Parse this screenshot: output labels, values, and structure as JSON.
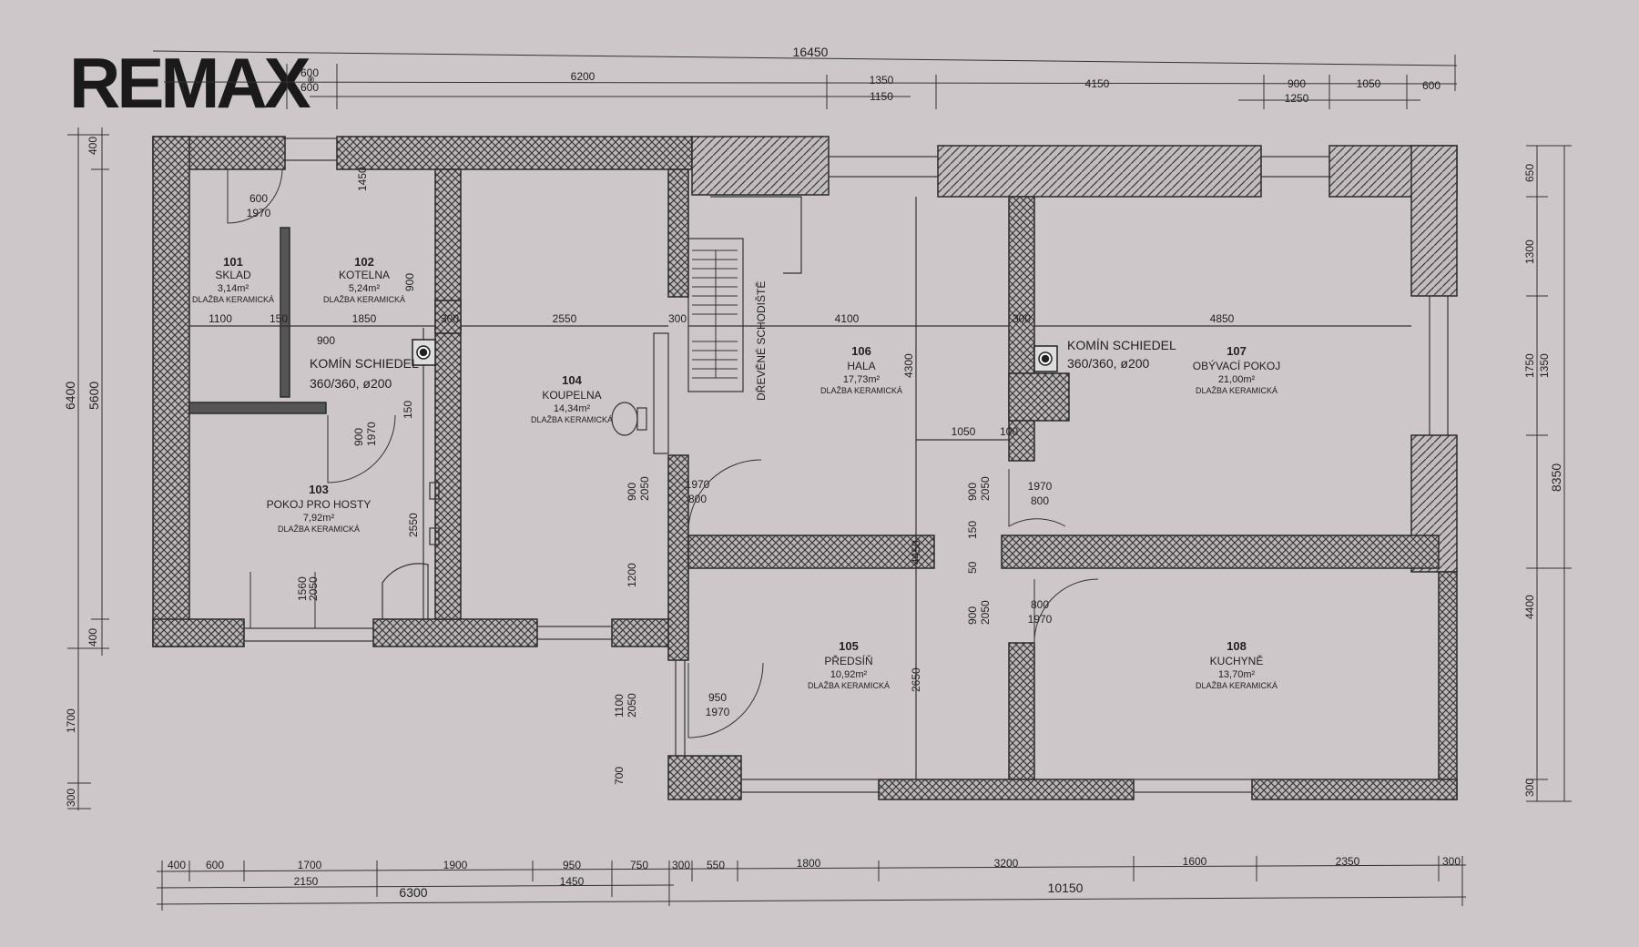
{
  "logo": {
    "text": "REMAX",
    "reg": "®"
  },
  "colors": {
    "background": "#cdc7c9",
    "wall": "#3a3a3a",
    "line": "#333333"
  },
  "rooms": [
    {
      "id": "101",
      "name": "SKLAD",
      "area": "3,14m²",
      "floor": "DLAŽBA KERAMICKÁ"
    },
    {
      "id": "102",
      "name": "KOTELNA",
      "area": "5,24m²",
      "floor": "DLAŽBA KERAMICKÁ"
    },
    {
      "id": "103",
      "name": "POKOJ PRO HOSTY",
      "area": "7,92m²",
      "floor": "DLAŽBA KERAMICKÁ"
    },
    {
      "id": "104",
      "name": "KOUPELNA",
      "area": "14,34m²",
      "floor": "DLAŽBA KERAMICKÁ"
    },
    {
      "id": "105",
      "name": "PŘEDSÍŇ",
      "area": "10,92m²",
      "floor": "DLAŽBA KERAMICKÁ"
    },
    {
      "id": "106",
      "name": "HALA",
      "area": "17,73m²",
      "floor": "DLAŽBA KERAMICKÁ"
    },
    {
      "id": "107",
      "name": "OBÝVACÍ POKOJ",
      "area": "21,00m²",
      "floor": "DLAŽBA KERAMICKÁ"
    },
    {
      "id": "108",
      "name": "KUCHYNĚ",
      "area": "13,70m²",
      "floor": "DLAŽBA KERAMICKÁ"
    }
  ],
  "chimneys": [
    {
      "label": "KOMÍN SCHIEDEL",
      "size": "360/360, ø200"
    },
    {
      "label": "KOMÍN SCHIEDEL",
      "size": "360/360, ø200"
    }
  ],
  "stairs": {
    "label": "DŘEVĚNÉ SCHODIŠTĚ"
  },
  "top_dims": {
    "total": "16450",
    "row1": [
      "600",
      "6200",
      "1350",
      "4150",
      "900",
      "1050",
      "600"
    ],
    "row2": [
      "600",
      "1150",
      "1250"
    ]
  },
  "bottom_dims": {
    "row1": [
      "400",
      "600",
      "1700",
      "1900",
      "950",
      "750",
      "300",
      "550",
      "1800",
      "3200",
      "1600",
      "2350",
      "300"
    ],
    "row2": [
      "2150",
      "1450"
    ],
    "row3": [
      "6300",
      "10150"
    ]
  },
  "left_dims": [
    "400",
    "5600",
    "400",
    "6400",
    "1700",
    "300"
  ],
  "right_dims": [
    "650",
    "1300",
    "1750",
    "1350",
    "8350",
    "4400",
    "300"
  ],
  "interior_dims": {
    "d1100": "1100",
    "d150": "150",
    "d1850": "1850",
    "d300a": "300",
    "d2550h": "2550",
    "d300b": "300",
    "d4100": "4100",
    "d300c": "300",
    "d4850": "4850",
    "d900a": "900",
    "d150b": "150",
    "d900v": "900",
    "d1450": "1450",
    "d600a": "600",
    "d1970a": "1970",
    "d900b": "900",
    "d1970b": "1970",
    "d2550v": "2550",
    "d1560": "1560",
    "d2050a": "2050",
    "d900c": "900",
    "d2050b": "2050",
    "d1970c": "1970",
    "d800a": "800",
    "d1200": "1200",
    "d1100v": "1100",
    "d2050c": "2050",
    "d950": "950",
    "d1970d": "1970",
    "d700": "700",
    "d4300": "4300",
    "d1050": "1050",
    "d100": "100",
    "d4450": "4450",
    "d2650": "2650",
    "d900d": "900",
    "d2050d": "2050",
    "d1970e": "1970",
    "d800b": "800",
    "d150c": "150",
    "d50": "50",
    "d900e": "900",
    "d2050e": "2050",
    "d800c": "800",
    "d1970f": "1970"
  }
}
